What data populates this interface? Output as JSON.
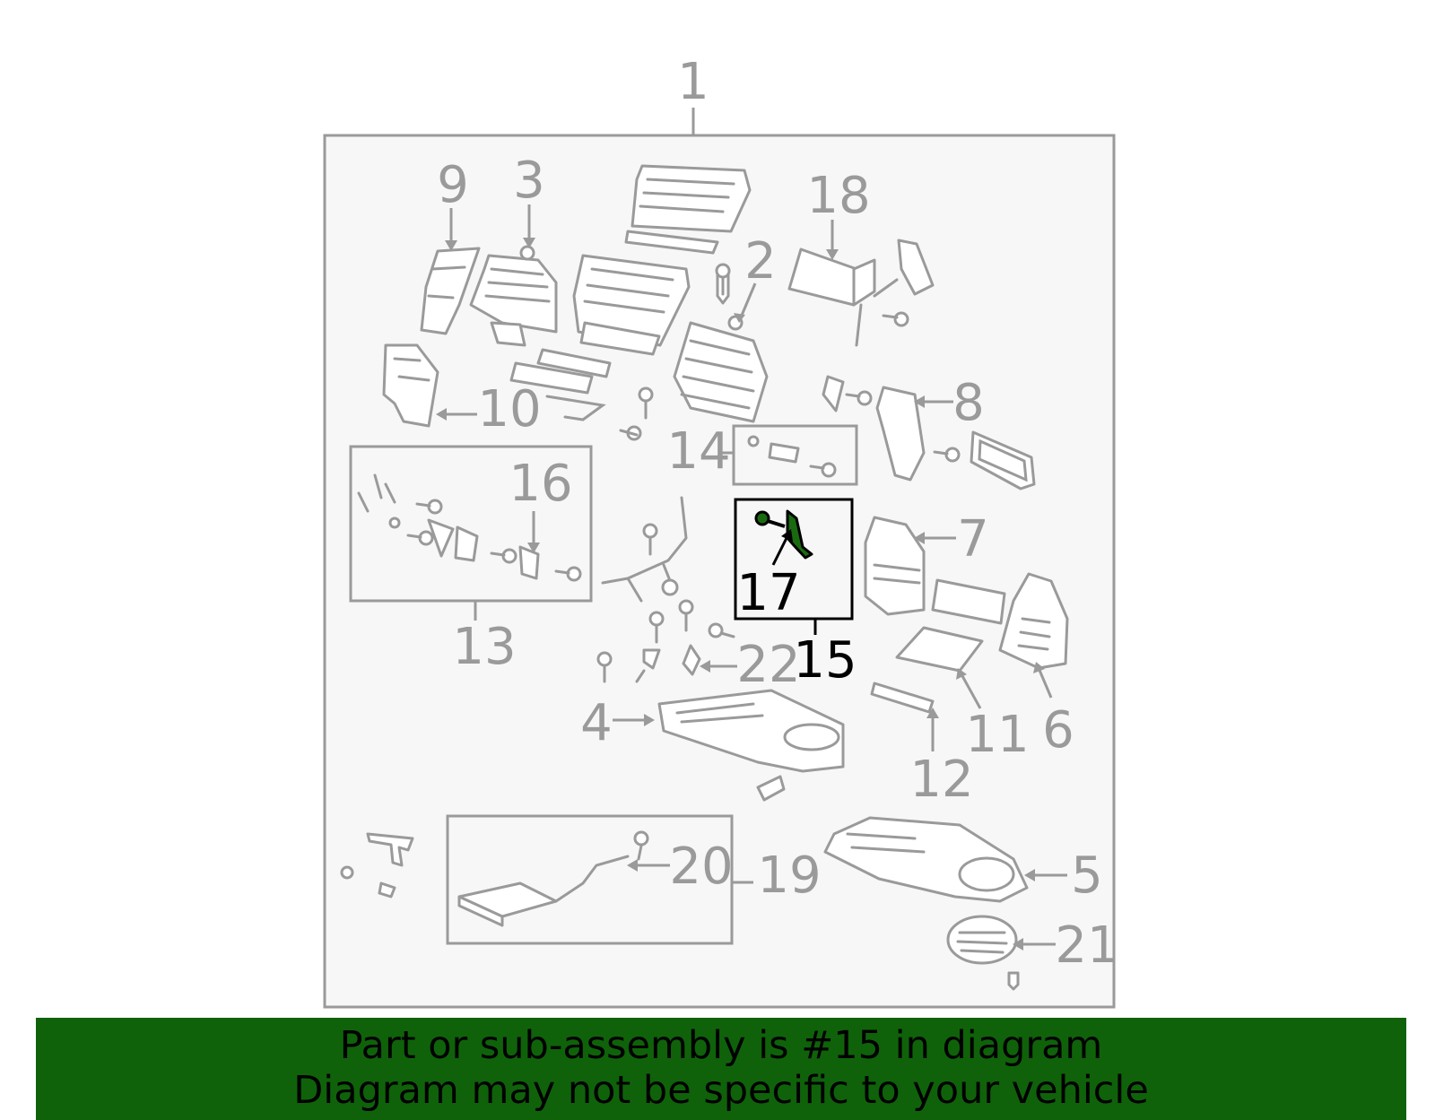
{
  "colors": {
    "frame_bg": "#f7f7f7",
    "line_gray": "#9a9a9a",
    "highlight": "#000000",
    "highlight_part": "#1a6b10",
    "banner_bg": "#0f620a"
  },
  "callouts": {
    "c1": "1",
    "c2": "2",
    "c3": "3",
    "c4": "4",
    "c5": "5",
    "c6": "6",
    "c7": "7",
    "c8": "8",
    "c9": "9",
    "c10": "10",
    "c11": "11",
    "c12": "12",
    "c13": "13",
    "c14": "14",
    "c15": "15",
    "c16": "16",
    "c17": "17",
    "c18": "18",
    "c19": "19",
    "c20": "20",
    "c21": "21",
    "c22": "22"
  },
  "highlighted_callout": "15",
  "banner": {
    "line1": "Part or sub-assembly is #15 in diagram",
    "line2": "Diagram may not be specific to your vehicle"
  }
}
